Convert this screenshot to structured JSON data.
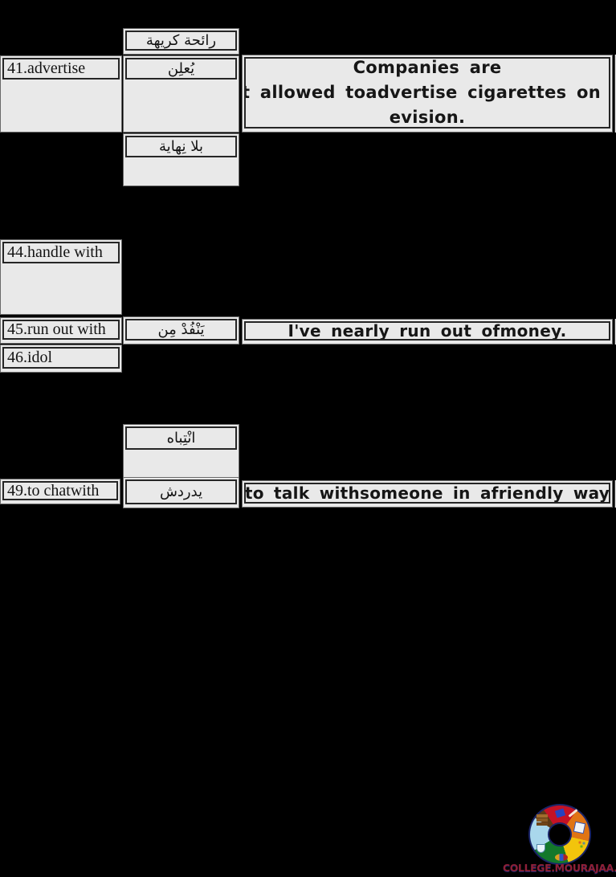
{
  "page": {
    "background": "#000000",
    "cell_background": "#e9e9e9",
    "border_color": "#262626"
  },
  "vocab": {
    "smell": {
      "arabic": "رائحة كريهة"
    },
    "advertise": {
      "term": "41.advertise",
      "arabic": "يُعلِن",
      "sentence_line1": "Companies are",
      "sentence_line2": "not allowed toadvertise cigarettes on tel",
      "sentence_line3": "evision."
    },
    "endless": {
      "arabic": "بلا نِهاية"
    },
    "handle": {
      "term": "44.handle with"
    },
    "runout": {
      "term": "45.run out with",
      "arabic": "يَنْفُدْ مِن",
      "sentence": "I've nearly run out ofmoney."
    },
    "idol": {
      "term": "46.idol"
    },
    "attention": {
      "arabic": "انْتِباه"
    },
    "chat": {
      "term": "49.to chatwith",
      "arabic": "يدردش",
      "sentence": "to talk withsomeone in afriendly way"
    }
  },
  "logo": {
    "text": "COLLEGE.MOURAJAA.COM",
    "colors": {
      "navy": "#1a2468",
      "red": "#c41225",
      "orange": "#e07414",
      "yellow": "#f2c40c",
      "green": "#13782b",
      "light_blue": "#a9d7ec",
      "brown": "#5d3a16",
      "text": "#8e1f35"
    }
  }
}
